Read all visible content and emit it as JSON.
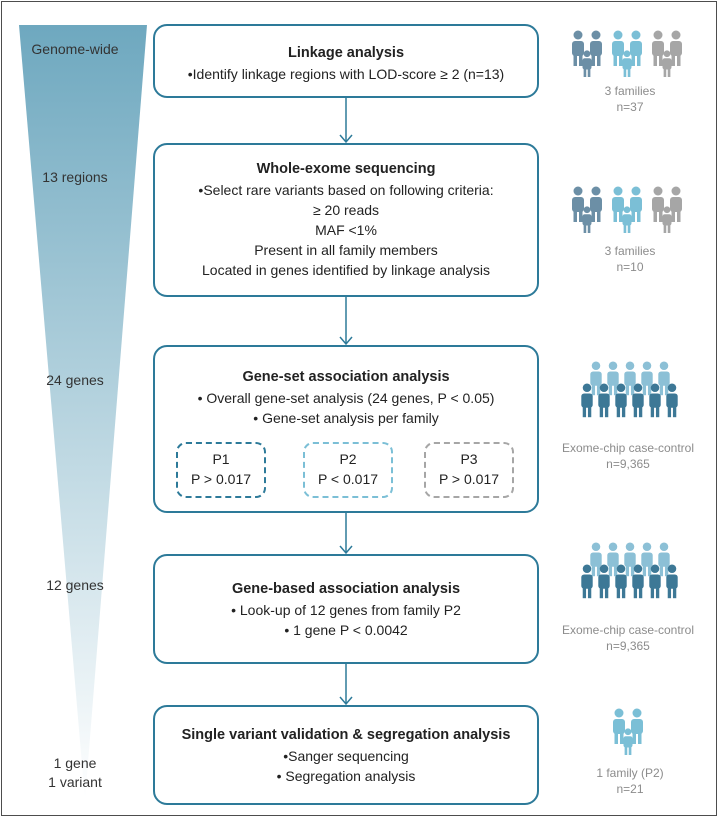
{
  "funnel": {
    "levels": [
      "Genome-wide",
      "13 regions",
      "24 genes",
      "12 genes",
      "1 gene",
      "1 variant"
    ],
    "color_top": "#6ea8bf",
    "color_bottom": "#ffffff"
  },
  "steps": [
    {
      "title": "Linkage analysis",
      "lines": [
        "•Identify linkage regions with LOD-score ≥ 2 (n=13)"
      ]
    },
    {
      "title": "Whole-exome sequencing",
      "lines": [
        "•Select rare variants based on following criteria:",
        "≥ 20 reads",
        "MAF <1%",
        "Present in all family members",
        "Located in genes identified by linkage analysis"
      ]
    },
    {
      "title": "Gene-set association analysis",
      "lines": [
        "• Overall gene-set analysis (24 genes, P < 0.05)",
        "• Gene-set analysis per family"
      ],
      "subgroups": [
        {
          "name": "P1",
          "value": "P > 0.017",
          "color": "#2d7a99"
        },
        {
          "name": "P2",
          "value": "P < 0.017",
          "color": "#7bbfd6"
        },
        {
          "name": "P3",
          "value": "P > 0.017",
          "color": "#a6a6a6"
        }
      ]
    },
    {
      "title": "Gene-based association analysis",
      "lines": [
        "• Look-up of 12 genes from family P2",
        "• 1 gene P < 0.0042"
      ]
    },
    {
      "title": "Single variant validation & segregation analysis",
      "lines": [
        "•Sanger sequencing",
        "• Segregation analysis"
      ]
    }
  ],
  "samples": [
    {
      "label": "3 families",
      "count": "n=37",
      "icon": "families-icon"
    },
    {
      "label": "3 families",
      "count": "n=10",
      "icon": "families-icon"
    },
    {
      "label": "Exome-chip case-control",
      "count": "n=9,365",
      "icon": "crowd-icon"
    },
    {
      "label": "Exome-chip case-control",
      "count": "n=9,365",
      "icon": "crowd-icon"
    },
    {
      "label": "1 family (P2)",
      "count": "n=21",
      "icon": "family-icon"
    }
  ],
  "colors": {
    "box_border": "#2d7a99",
    "arrow": "#2d7a99",
    "family_dark": "#6c8fa6",
    "family_light": "#7bbfd6",
    "family_gray": "#a6a6a6",
    "crowd_front": "#3d7896",
    "crowd_back": "#8cc0d6",
    "caption": "#8c8c8c"
  }
}
